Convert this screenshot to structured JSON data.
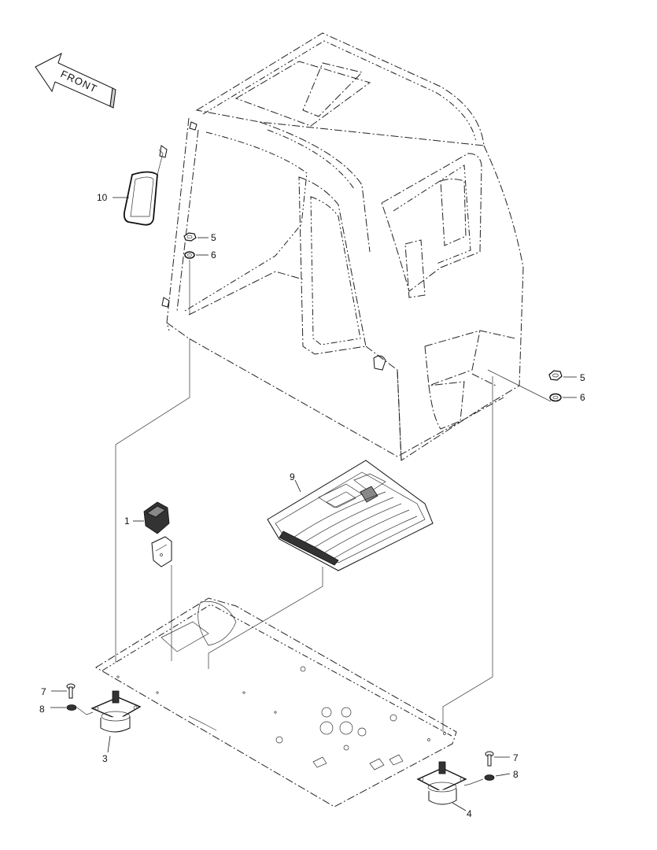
{
  "front_arrow": {
    "label": "FRONT"
  },
  "callouts": {
    "c1": "1",
    "c3": "3",
    "c4": "4",
    "c5a": "5",
    "c6a": "6",
    "c5b": "5",
    "c6b": "6",
    "c7a": "7",
    "c8a": "8",
    "c7b": "7",
    "c8b": "8",
    "c9": "9",
    "c10": "10"
  },
  "parts": {
    "p1": "switch-bracket",
    "p3": "cab-mount",
    "p4": "cab-mount",
    "p5": "nut",
    "p6": "washer",
    "p7": "bolt",
    "p8": "washer",
    "p9": "floor-mat",
    "p10": "mirror"
  }
}
